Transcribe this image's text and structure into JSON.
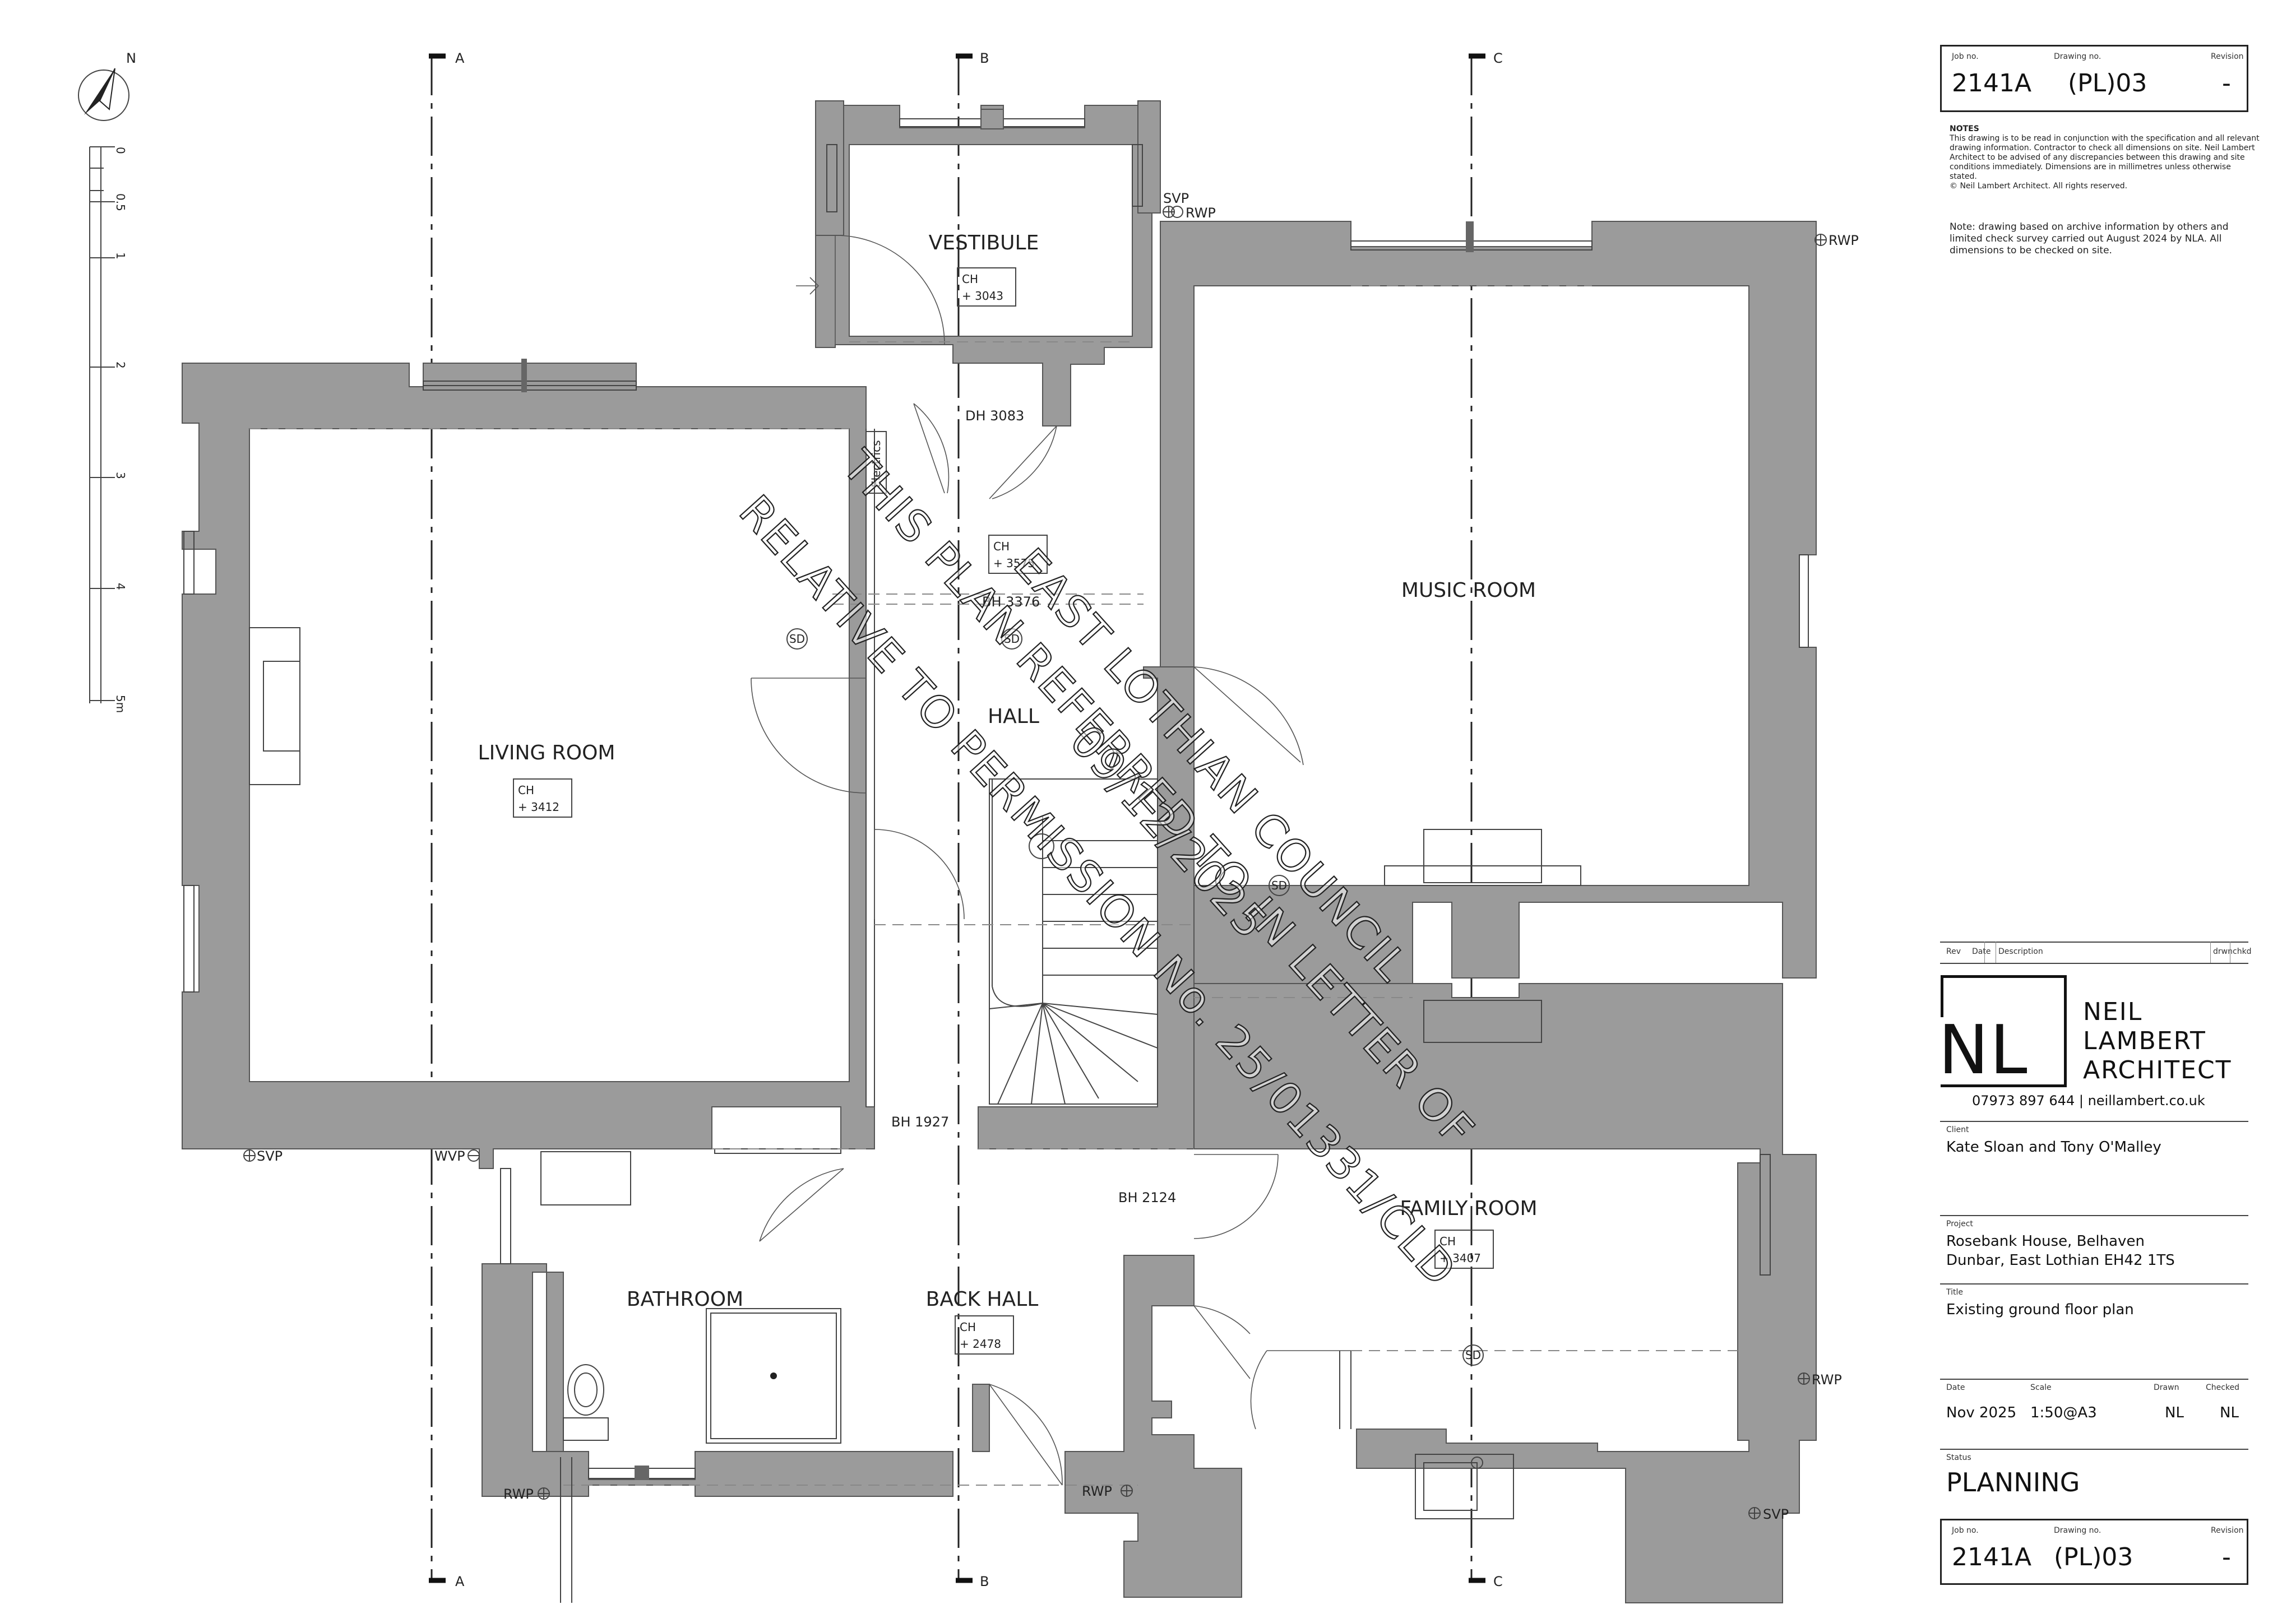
{
  "drawing": {
    "rooms": {
      "vestibule": "VESTIBULE",
      "living_room": "LIVING ROOM",
      "music_room": "MUSIC ROOM",
      "hall": "HALL",
      "bathroom": "BATHROOM",
      "back_hall": "BACK HALL",
      "family_room": "FAMILY ROOM"
    },
    "ceiling_heights": {
      "vestibule": "+ 3043",
      "hall": "+ 3575",
      "living_room": "+ 3412",
      "back_hall": "+ 2478",
      "family_room": "+ 3407"
    },
    "ch_label": "CH",
    "dims": {
      "dh": "DH 3083",
      "bh_hall": "BH 3376",
      "bh_back": "BH 1927",
      "bh_family": "BH 2124"
    },
    "electrics": "Electrics",
    "smoke": "SD",
    "services": {
      "svp": "SVP",
      "rwp": "RWP",
      "wvp": "WVP"
    },
    "grid": {
      "a": "A",
      "b": "B",
      "c": "C"
    },
    "north": "N",
    "scale_bar": [
      "0",
      "0.5",
      "1",
      "2",
      "3",
      "4",
      "5m"
    ],
    "stamp": [
      "THIS PLAN REFERRED TO IN LETTER OF",
      "RELATIVE TO PERMISSION No. 25/01331/CLD",
      "EAST LOTHIAN COUNCIL",
      "09/12/2025"
    ]
  },
  "title_block": {
    "labels": {
      "job_no": "Job no.",
      "drawing_no": "Drawing no.",
      "revision": "Revision",
      "rev": "Rev",
      "date": "Date",
      "description": "Description",
      "drwn": "drwn",
      "chkd": "chkd",
      "client": "Client",
      "project": "Project",
      "title": "Title",
      "scale": "Scale",
      "drawn": "Drawn",
      "checked": "Checked",
      "status": "Status"
    },
    "job_no": "2141A",
    "drawing_no": "(PL)03",
    "revision": "-",
    "notes_title": "NOTES",
    "notes": [
      "This drawing is to be read in conjunction with the specification and all relevant",
      "drawing information. Contractor to check all dimensions on site. Neil Lambert",
      "Architect to be advised of any discrepancies between this drawing and site",
      "conditions immediately. Dimensions are in millimetres unless otherwise",
      "stated.",
      "© Neil Lambert Architect.  All rights reserved."
    ],
    "survey_note": [
      "Note: drawing based on archive information by others and",
      "limited check survey carried out August 2024 by NLA. All",
      "dimensions to be checked on site."
    ],
    "logo_initials": "NL",
    "logo_name": [
      "NEIL",
      "LAMBERT",
      "ARCHITECT"
    ],
    "contact": "07973 897 644  |  neillambert.co.uk",
    "client": "Kate Sloan and Tony O'Malley",
    "project": [
      "Rosebank House, Belhaven",
      "Dunbar, East Lothian EH42 1TS"
    ],
    "title": "Existing ground floor plan",
    "date": "Nov 2025",
    "scale": "1:50@A3",
    "drawn": "NL",
    "checked": "NL",
    "status": "PLANNING"
  }
}
